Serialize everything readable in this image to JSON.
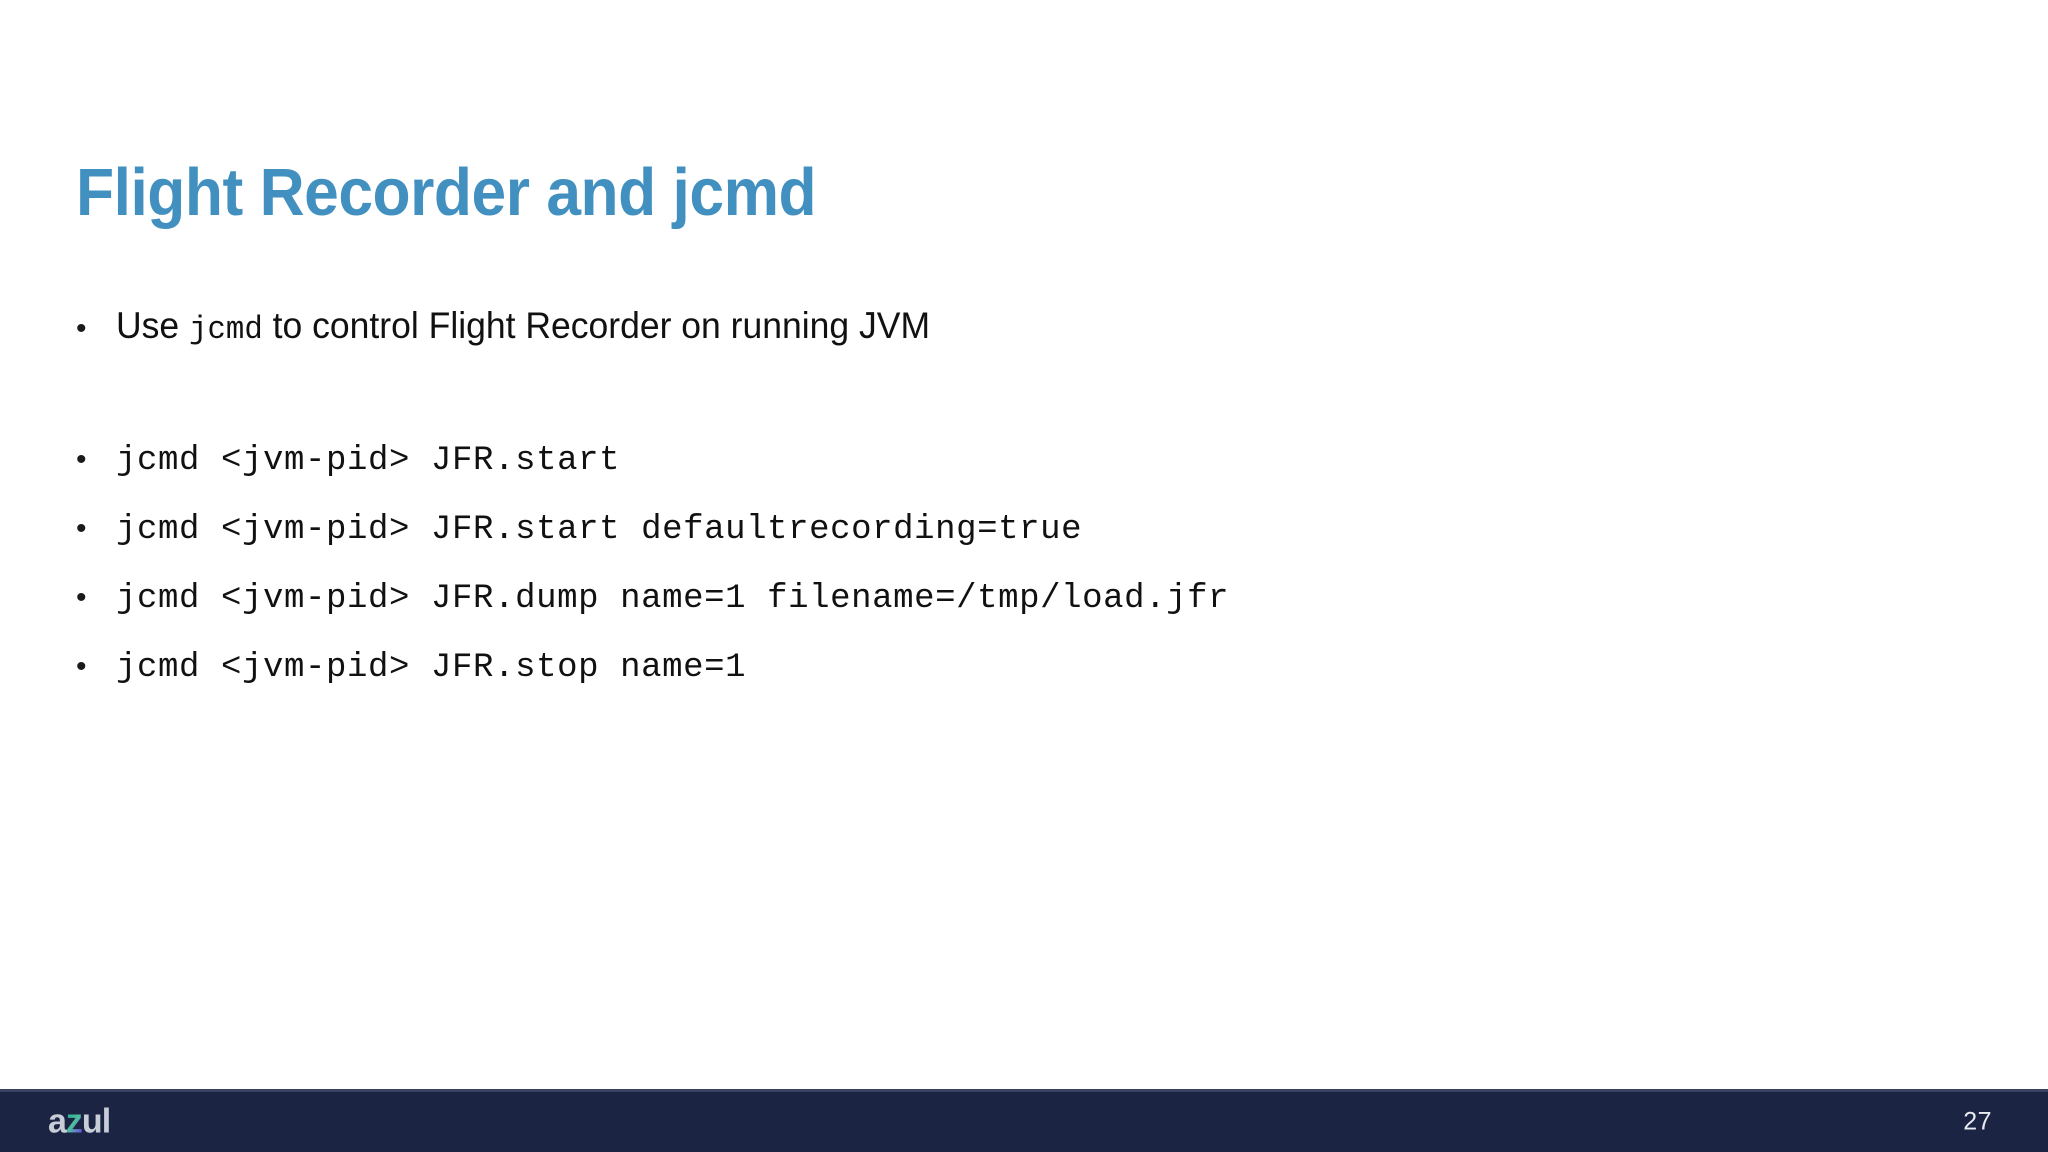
{
  "slide": {
    "title": "Flight Recorder and jcmd",
    "title_color": "#4290bf",
    "background_color": "#ffffff"
  },
  "body": {
    "prose_bullets": [
      {
        "bullet_glyph": "•",
        "prefix": "Use ",
        "mono": "jcmd",
        "suffix": " to control Flight Recorder on running JVM"
      }
    ],
    "code_bullets": [
      {
        "bullet_glyph": "•",
        "command": "jcmd <jvm-pid> JFR.start"
      },
      {
        "bullet_glyph": "•",
        "command": "jcmd <jvm-pid> JFR.start defaultrecording=true"
      },
      {
        "bullet_glyph": "•",
        "command": "jcmd <jvm-pid> JFR.dump name=1 filename=/tmp/load.jfr"
      },
      {
        "bullet_glyph": "•",
        "command": "jcmd <jvm-pid> JFR.stop name=1"
      }
    ]
  },
  "footer": {
    "logo_part_a": "a",
    "logo_part_z": "z",
    "logo_part_ul": "ul",
    "page_number": "27",
    "bar_color": "#1b2443",
    "text_color": "#e8eaf0"
  }
}
